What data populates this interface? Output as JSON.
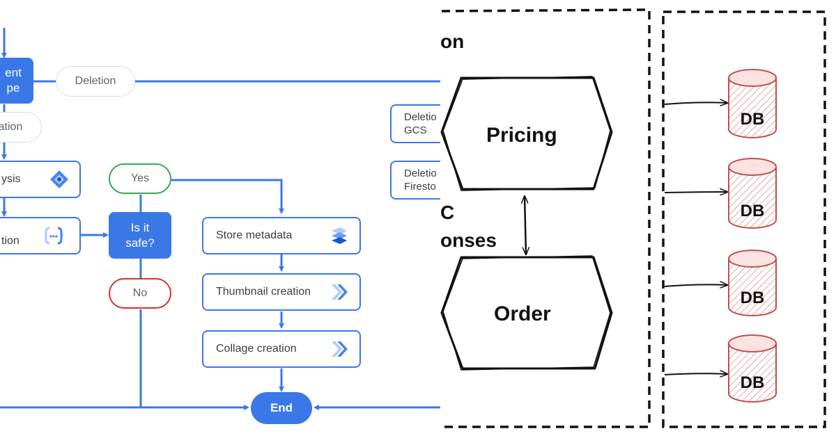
{
  "left_diagram": {
    "nodes": {
      "content_type": "ent\npe",
      "deletion_pill": "Deletion",
      "creation_pill": "ation",
      "analysis": "ysis",
      "validation": "tion",
      "decision": "Is it\nsafe?",
      "yes": "Yes",
      "no": "No",
      "store_metadata": "Store metadata",
      "thumbnail_creation": "Thumbnail creation",
      "collage_creation": "Collage creation",
      "end": "End",
      "deletion_gcs": "Deletio\nGCS",
      "deletion_firestore": "Deletio\nFiresto"
    },
    "icons": {
      "analysis": "vision-diamond-icon",
      "validation": "code-braces-icon",
      "store_metadata": "firestore-icon",
      "thumbnail_creation": "chevron-arrows-icon",
      "collage_creation": "chevron-arrows-icon"
    },
    "colors": {
      "accent": "#3b78e7",
      "yes": "#34a853",
      "no": "#d93025"
    }
  },
  "right_diagram": {
    "texts": {
      "top_partial": "on",
      "mid_partial_1": "C",
      "mid_partial_2": "onses"
    },
    "services": {
      "pricing": "Pricing",
      "order": "Order"
    },
    "databases": [
      "DB",
      "DB",
      "DB",
      "DB"
    ],
    "colors": {
      "db_fill": "#f4cccc",
      "db_stroke": "#c0504d"
    }
  }
}
